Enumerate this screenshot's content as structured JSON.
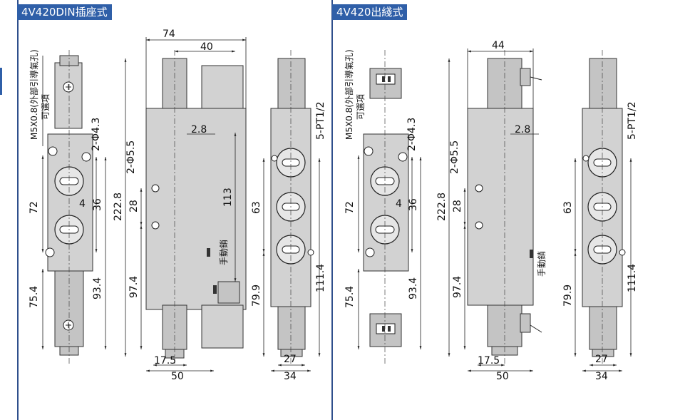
{
  "panels": [
    {
      "title": "4V420DIN插座式"
    },
    {
      "title": "4V420出綫式"
    }
  ],
  "notes": {
    "m5": "M5X0.8(外部引導氣孔)",
    "optional": "可選項",
    "manual": "手動銷",
    "port_thread": "5-PT1/2"
  },
  "dims": {
    "d74": "74",
    "d40": "40",
    "d44": "44",
    "d2_8": "2.8",
    "d113": "113",
    "d222_8": "222.8",
    "d28": "28",
    "d97_4": "97.4",
    "d72": "72",
    "d4": "4",
    "d36": "36",
    "d93_4": "93.4",
    "d75_4": "75.4",
    "d63": "63",
    "d79_9": "79.9",
    "d111_4": "111.4",
    "d17_5": "17.5",
    "d50": "50",
    "d27": "27",
    "d34": "34",
    "phi4_3": "2-Φ4.3",
    "phi5_5": "2-Φ5.5"
  },
  "colors": {
    "tag_bg": "#2f5fa8",
    "frame": "#2f4f8c",
    "body": "#d2d2d2"
  }
}
